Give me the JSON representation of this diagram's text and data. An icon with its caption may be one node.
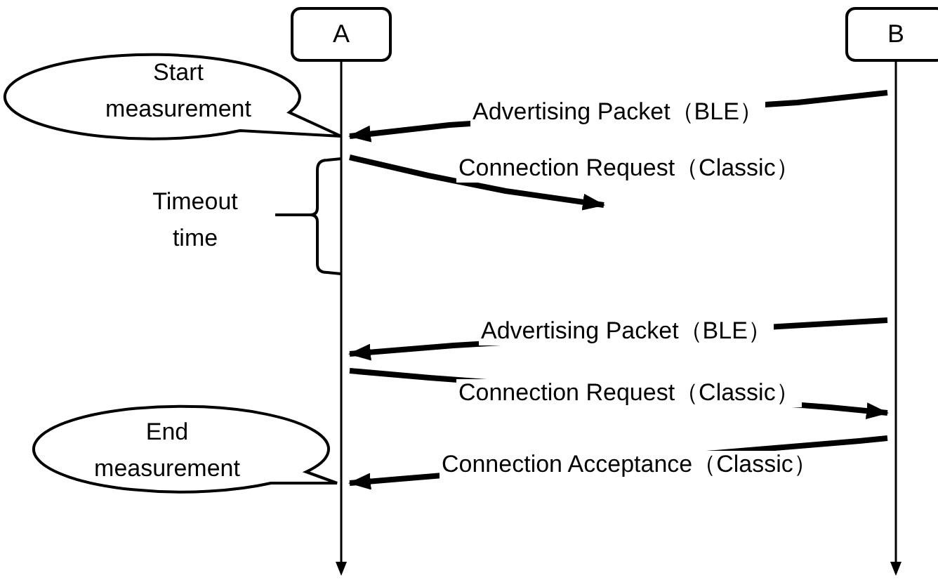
{
  "diagram": {
    "nodes": [
      {
        "text": [
          "A"
        ]
      },
      {
        "text": [
          "B"
        ]
      },
      {
        "text": [],
        "shape": "bar"
      },
      {
        "text": [],
        "shape": "bar"
      },
      {
        "text": [
          "Start measurement"
        ]
      },
      {
        "text": [
          "End measurement"
        ]
      }
    ],
    "edges": [
      {
        "from": 3,
        "to": 2,
        "label": "Advertising Packet（BLE）",
        "arrow": "to"
      },
      {
        "from": 2,
        "to": null,
        "label": "Connection Request（Classic）",
        "arrow": "to"
      },
      {
        "from": 3,
        "to": 2,
        "label": "Advertising Packet（BLE）",
        "arrow": "to"
      },
      {
        "from": 2,
        "to": 3,
        "label": "Connection Request（Classic）",
        "arrow": "to"
      },
      {
        "from": 3,
        "to": 2,
        "label": "Connection Acceptance（Classic）",
        "arrow": "to"
      }
    ],
    "labels": [
      "Timeout time"
    ]
  }
}
